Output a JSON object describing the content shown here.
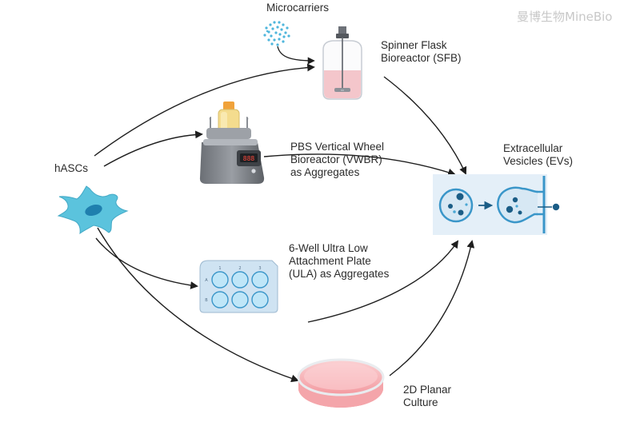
{
  "watermark": "曼博生物MineBio",
  "labels": {
    "microcarriers": "Microcarriers",
    "spinner": [
      "Spinner Flask",
      "Bioreactor (SFB)"
    ],
    "vwbr": [
      "PBS Vertical Wheel",
      "Bioreactor (VWBR)",
      "as Aggregates"
    ],
    "hascs": "hASCs",
    "evs": [
      "Extracellular",
      "Vesicles (EVs)"
    ],
    "ula": [
      "6-Well Ultra Low",
      "Attachment Plate",
      "(ULA) as Aggregates"
    ],
    "planar": [
      "2D Planar",
      "Culture"
    ]
  },
  "plate_well_numbers": [
    "1",
    "2",
    "3"
  ],
  "plate_row_letters": [
    "A",
    "B"
  ],
  "vwbr_display": "888",
  "colors": {
    "arrow": "#1e1e1e",
    "cell": "#5bc3dd",
    "cell_nucleus": "#1f7fae",
    "medium_pink": "#f4c6cb",
    "dish_pink": "#f6a9ae",
    "plate": "#cfe3f2",
    "well": "#bfe6f8",
    "ev_panel": "#e4eff8",
    "ev_membrane": "#3a96c9",
    "ev_dark": "#1b5d86",
    "vwbr_base": "#7d8187",
    "vwbr_cap": "#f0a23a",
    "vwbr_fluid": "#f4dc8e"
  }
}
